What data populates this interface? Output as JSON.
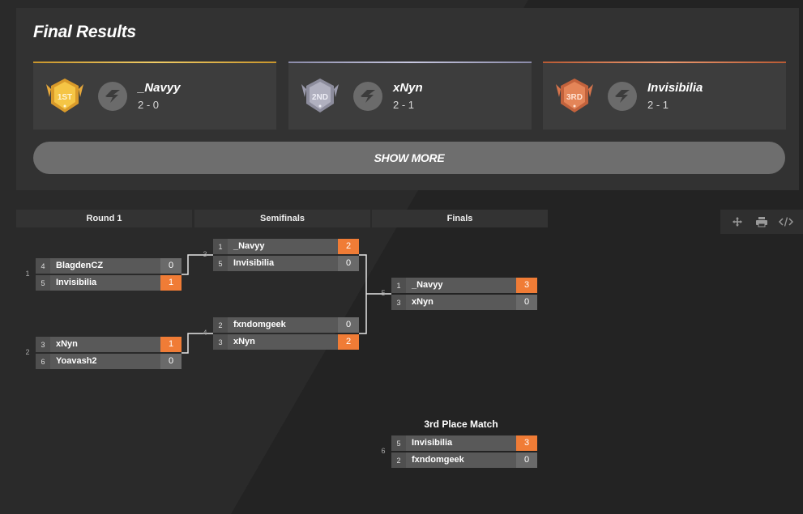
{
  "results": {
    "title": "Final Results",
    "show_more_label": "SHOW MORE",
    "places": [
      {
        "medal": "1ST",
        "name": "_Navyy",
        "record": "2 - 0",
        "line_color": "#e6b24a",
        "medal_color": "#f3c046"
      },
      {
        "medal": "2ND",
        "name": "xNyn",
        "record": "2 - 1",
        "line_color": "#a3a0c4",
        "medal_color": "#a7a7b4"
      },
      {
        "medal": "3RD",
        "name": "Invisibilia",
        "record": "2 - 1",
        "line_color": "#d8764a",
        "medal_color": "#e07b4f"
      }
    ]
  },
  "bracket": {
    "rounds": [
      "Round 1",
      "Semifinals",
      "Finals"
    ],
    "third_place_title": "3rd Place Match",
    "matches": [
      {
        "num": "1",
        "p1": {
          "seed": "4",
          "name": "BlagdenCZ",
          "score": "0",
          "win": false
        },
        "p2": {
          "seed": "5",
          "name": "Invisibilia",
          "score": "1",
          "win": true
        }
      },
      {
        "num": "2",
        "p1": {
          "seed": "3",
          "name": "xNyn",
          "score": "1",
          "win": true
        },
        "p2": {
          "seed": "6",
          "name": "Yoavash2",
          "score": "0",
          "win": false
        }
      },
      {
        "num": "3",
        "p1": {
          "seed": "1",
          "name": "_Navyy",
          "score": "2",
          "win": true
        },
        "p2": {
          "seed": "5",
          "name": "Invisibilia",
          "score": "0",
          "win": false
        }
      },
      {
        "num": "4",
        "p1": {
          "seed": "2",
          "name": "fxndomgeek",
          "score": "0",
          "win": false
        },
        "p2": {
          "seed": "3",
          "name": "xNyn",
          "score": "2",
          "win": true
        }
      },
      {
        "num": "5",
        "p1": {
          "seed": "1",
          "name": "_Navyy",
          "score": "3",
          "win": true
        },
        "p2": {
          "seed": "3",
          "name": "xNyn",
          "score": "0",
          "win": false
        }
      },
      {
        "num": "6",
        "p1": {
          "seed": "5",
          "name": "Invisibilia",
          "score": "3",
          "win": true
        },
        "p2": {
          "seed": "2",
          "name": "fxndomgeek",
          "score": "0",
          "win": false
        }
      }
    ]
  },
  "toolbar": {
    "icons": [
      "move-icon",
      "print-icon",
      "code-icon"
    ]
  },
  "colors": {
    "accent": "#f07c36",
    "panel": "#323232",
    "slot": "#595959"
  }
}
